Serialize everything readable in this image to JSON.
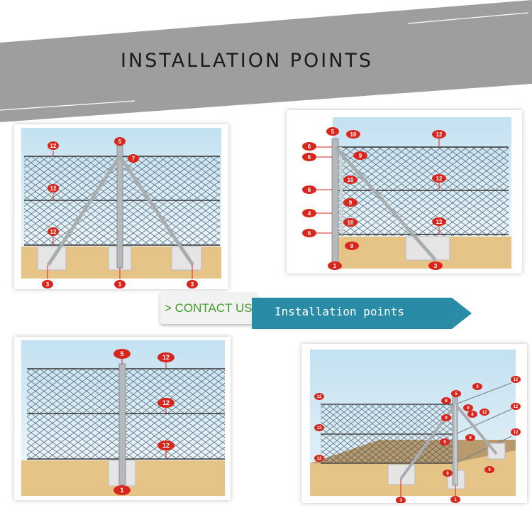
{
  "header": {
    "title": "INSTALLATION POINTS"
  },
  "contact": {
    "label": "> CONTACT US"
  },
  "section_label": {
    "text": "Installation points"
  },
  "colors": {
    "banner": "#9e9e9e",
    "accent_teal": "#2a8ba6",
    "contact_green": "#3f9d2c",
    "marker_red": "#d9261c",
    "ground": "#e6c387",
    "sky": "#cfe7f3"
  },
  "diagrams": [
    {
      "name": "corner-post-diagram",
      "markers": [
        "12",
        "5",
        "7",
        "12",
        "12",
        "3",
        "1",
        "3"
      ]
    },
    {
      "name": "end-post-diagram",
      "markers": [
        "5",
        "10",
        "12",
        "6",
        "9",
        "6",
        "12",
        "6",
        "10",
        "9",
        "4",
        "6",
        "10",
        "12",
        "9",
        "1",
        "3"
      ]
    },
    {
      "name": "line-post-diagram",
      "markers": [
        "5",
        "12",
        "12",
        "12",
        "1"
      ]
    },
    {
      "name": "perspective-corner-diagram",
      "markers": [
        "5",
        "8",
        "9",
        "8",
        "9",
        "8",
        "9",
        "8",
        "9",
        "12",
        "12",
        "12",
        "12",
        "12",
        "12",
        "12",
        "3",
        "1"
      ]
    }
  ]
}
